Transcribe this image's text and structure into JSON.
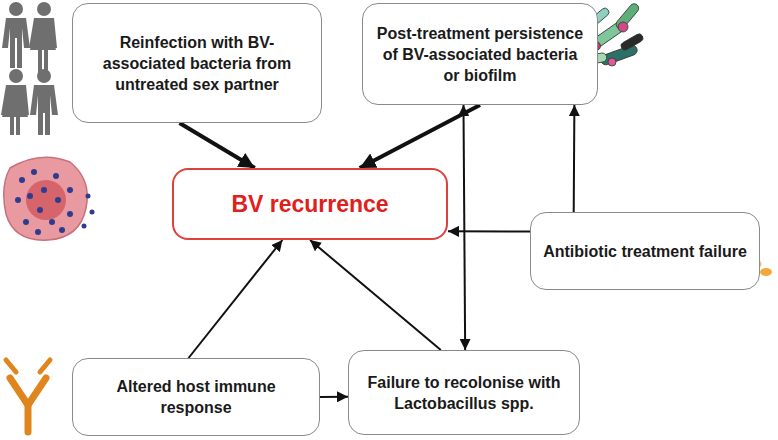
{
  "diagram": {
    "nodes": [
      {
        "text": [
          "Reinfection with BV-associated bacteria from untreated sex partner"
        ]
      },
      {
        "text": [
          "Post-treatment persistence of BV-associated bacteria or biofilm"
        ]
      },
      {
        "text": [
          "BV recurrence"
        ]
      },
      {
        "text": [
          "Antibiotic treatment failure"
        ]
      },
      {
        "text": [
          "Altered host immune response"
        ]
      },
      {
        "text": [
          "Failure to recolonise with Lactobacillus spp."
        ]
      }
    ],
    "edges": [
      {
        "from": 0,
        "to": 2,
        "arrow": "to"
      },
      {
        "from": 1,
        "to": 2,
        "arrow": "to"
      },
      {
        "from": 3,
        "to": 2,
        "arrow": "to"
      },
      {
        "from": 3,
        "to": 1,
        "arrow": "to"
      },
      {
        "from": 1,
        "to": 5,
        "arrow": "both"
      },
      {
        "from": 4,
        "to": 2,
        "arrow": "to"
      },
      {
        "from": 4,
        "to": 5,
        "arrow": "to"
      },
      {
        "from": 5,
        "to": 2,
        "arrow": "to"
      }
    ]
  }
}
